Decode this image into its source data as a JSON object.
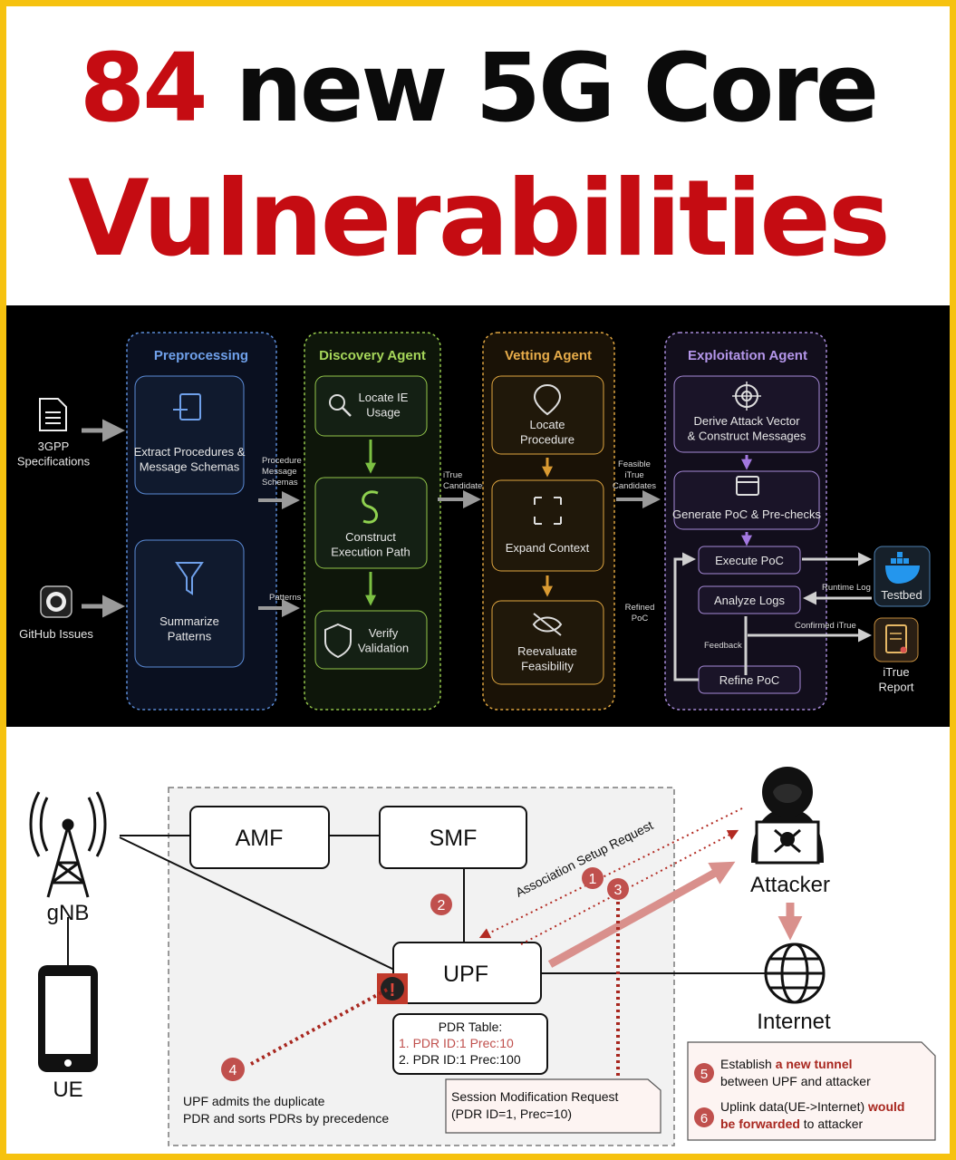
{
  "title": {
    "line1_number": "84",
    "line1_rest": "new 5G Core",
    "line2": "Vulnerabilities"
  },
  "pipeline": {
    "inputs": {
      "specs": "3GPP\nSpecifications",
      "github": "GitHub Issues"
    },
    "preprocessing": {
      "title": "Preprocessing",
      "extract": "Extract Procedures &\nMessage Schemas",
      "summarize": "Summarize\nPatterns"
    },
    "edges": {
      "procedure_schemas": "Procedure &\nMessage\nSchemas",
      "patterns": "Patterns",
      "itrue_candidates": "iTrue\nCandidates",
      "feasible_candidates": "Feasible\niTrue\nCandidates",
      "refined_poc": "Refined\nPoC",
      "runtime_log": "Runtime Log",
      "confirmed_itrue": "Confirmed iTrue",
      "feedback": "Feedback"
    },
    "discovery": {
      "title": "Discovery Agent",
      "locate": "Locate IE\nUsage",
      "construct": "Construct\nExecution Path",
      "verify": "Verify\nValidation"
    },
    "vetting": {
      "title": "Vetting Agent",
      "locate": "Locate\nProcedure",
      "expand": "Expand Context",
      "reevaluate": "Reevaluate\nFeasibility"
    },
    "exploitation": {
      "title": "Exploitation Agent",
      "derive": "Derive Attack Vector\n& Construct Messages",
      "generate": "Generate PoC & Pre-checks",
      "execute": "Execute PoC",
      "analyze": "Analyze Logs",
      "refine": "Refine PoC"
    },
    "outputs": {
      "testbed": "Testbed",
      "report": "iTrue\nReport"
    },
    "colors": {
      "preprocessing": "#5b8bd6",
      "discovery": "#93c64a",
      "vetting": "#e0a640",
      "exploitation": "#a68ad8"
    }
  },
  "attack": {
    "nodes": {
      "amf": "AMF",
      "smf": "SMF",
      "upf": "UPF",
      "gnb": "gNB",
      "ue": "UE",
      "attacker": "Attacker",
      "internet": "Internet"
    },
    "messages": {
      "association": "Association Setup Request"
    },
    "steps": [
      "1",
      "2",
      "3",
      "4",
      "5",
      "6"
    ],
    "alert": "!",
    "pdr_table": {
      "title": "PDR Table:",
      "row1": "1. PDR ID:1 Prec:10",
      "row2": "2. PDR ID:1 Prec:100"
    },
    "session_mod": {
      "line1": "Session Modification Request",
      "line2": "(PDR ID=1, Prec=10)"
    },
    "upf_note": {
      "line1": "UPF admits the duplicate",
      "line2": "PDR and sorts PDRs by precedence"
    },
    "note5": {
      "before": "Establish ",
      "highlight": "a new tunnel",
      "after": "between UPF and attacker"
    },
    "note6": {
      "line1_before": "Uplink data(UE->Internet) ",
      "line1_highlight": "would",
      "line2_highlight": "be forwarded",
      "line2_after": " to attacker"
    },
    "colors": {
      "accent": "#c0504d",
      "dark_red": "#a8271f"
    }
  }
}
